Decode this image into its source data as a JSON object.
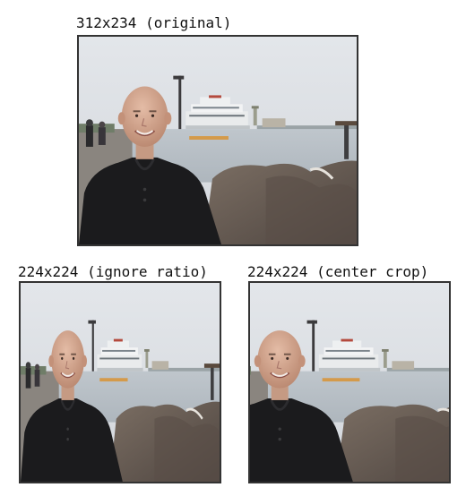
{
  "panels": [
    {
      "caption": "312x234 (original)"
    },
    {
      "caption": "224x224 (ignore ratio)"
    },
    {
      "caption": "224x224 (center crop)"
    }
  ],
  "photo": {
    "subject": "smiling bald man in black sweater in front of lake with riverboat and rocks",
    "sky_color": "#dcdfe3",
    "water_color": "#c7cdd2",
    "rock_color": "#6d6259",
    "sweater_color": "#1b1b1d",
    "skin_color": "#cfa38c"
  }
}
